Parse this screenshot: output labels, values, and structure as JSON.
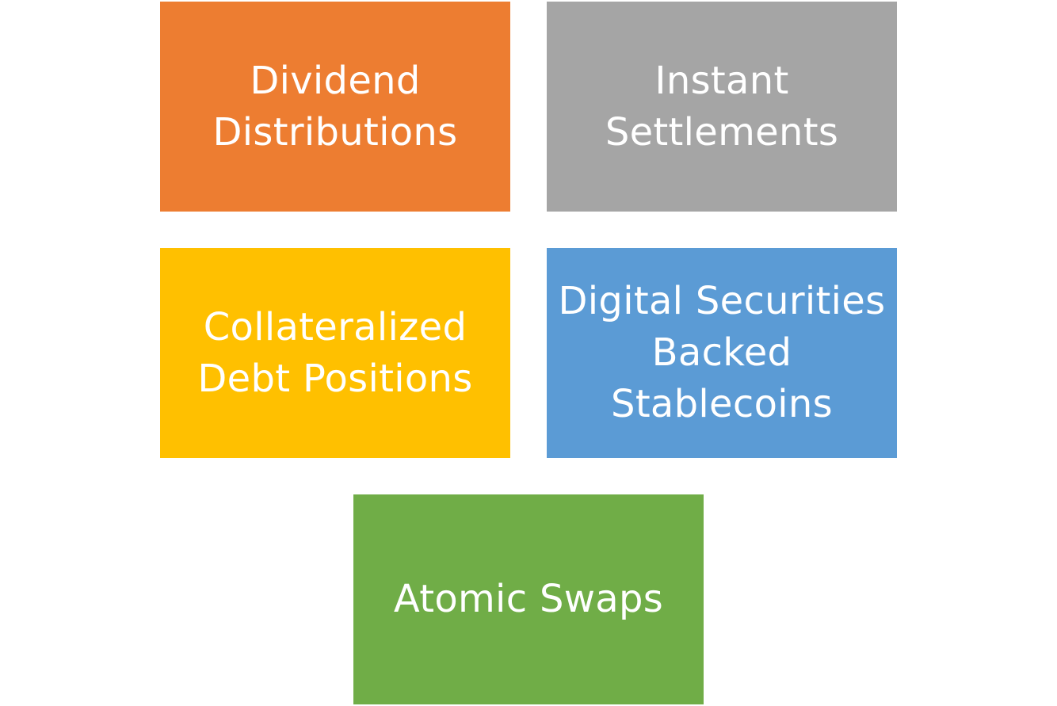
{
  "blocks": [
    {
      "label": "Dividend\nDistributions",
      "color": "#ED7D31"
    },
    {
      "label": "Instant\nSettlements",
      "color": "#A5A5A5"
    },
    {
      "label": "Collateralized\nDebt Positions",
      "color": "#FFC000"
    },
    {
      "label": "Digital Securities\nBacked\nStablecoins",
      "color": "#5B9BD5"
    },
    {
      "label": "Atomic Swaps",
      "color": "#70AD47"
    }
  ]
}
